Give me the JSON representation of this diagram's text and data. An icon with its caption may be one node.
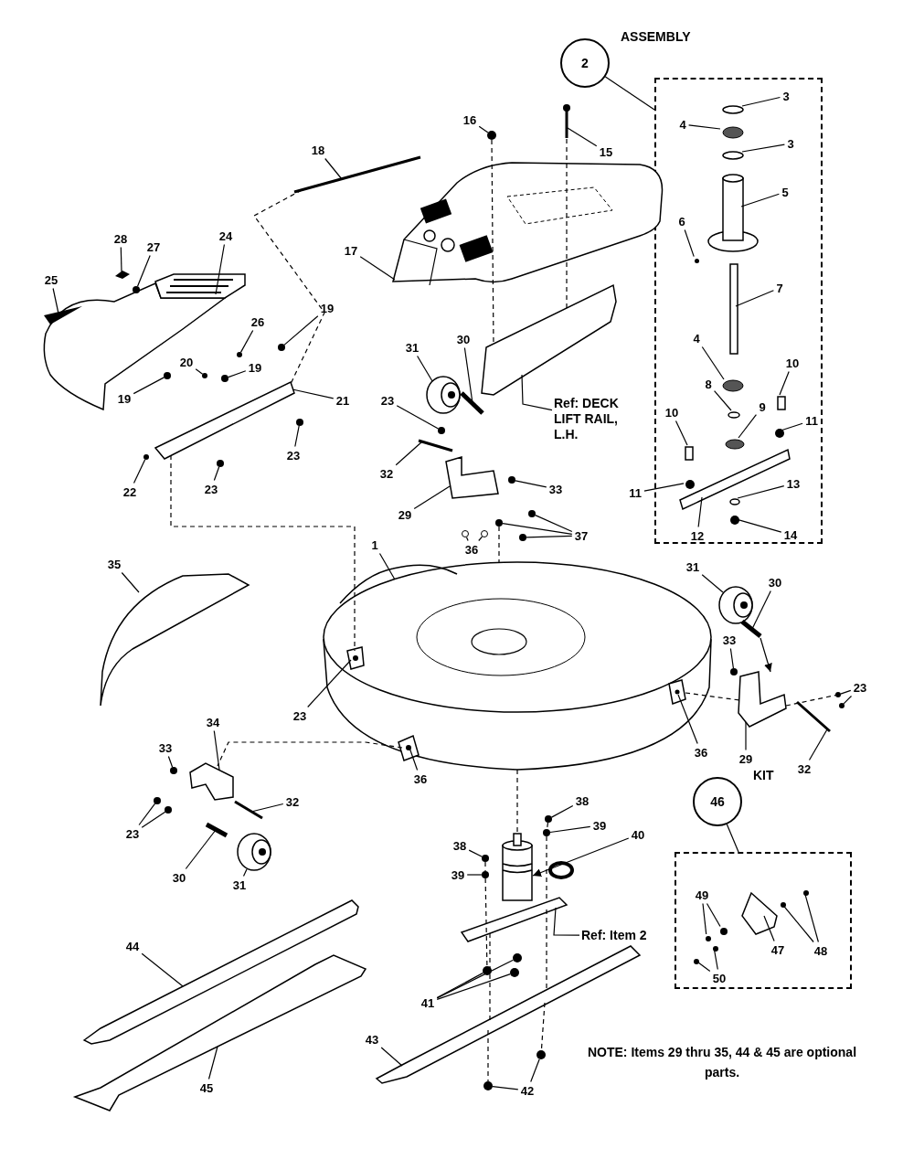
{
  "diagram": {
    "nodes": [
      {
        "text": [
          "2"
        ],
        "beside": [
          "ASSEMBLY"
        ]
      },
      {
        "text": [],
        "shape": "box"
      },
      {
        "text": [
          "3"
        ],
        "in": 1
      },
      {
        "text": [
          "4"
        ],
        "in": 1
      },
      {
        "text": [
          "3"
        ],
        "in": 1
      },
      {
        "text": [
          "5"
        ],
        "in": 1
      },
      {
        "text": [
          "6"
        ],
        "in": 1
      },
      {
        "text": [
          "7"
        ],
        "in": 1
      },
      {
        "text": [
          "4"
        ],
        "in": 1
      },
      {
        "text": [
          "10"
        ],
        "in": 1
      },
      {
        "text": [
          "8"
        ],
        "in": 1
      },
      {
        "text": [
          "9"
        ],
        "in": 1
      },
      {
        "text": [
          "10"
        ],
        "in": 1
      },
      {
        "text": [
          "11"
        ],
        "in": 1
      },
      {
        "text": [
          "11"
        ]
      },
      {
        "text": [
          "13"
        ],
        "in": 1
      },
      {
        "text": [
          "12"
        ],
        "in": 1
      },
      {
        "text": [
          "14"
        ],
        "in": 1
      },
      {
        "text": [
          "16"
        ]
      },
      {
        "text": [
          "15"
        ]
      },
      {
        "text": [
          "18"
        ]
      },
      {
        "text": [
          "17"
        ]
      },
      {
        "text": [
          "28"
        ]
      },
      {
        "text": [
          "27"
        ]
      },
      {
        "text": [
          "24"
        ]
      },
      {
        "text": [
          "25"
        ]
      },
      {
        "text": [
          "26"
        ]
      },
      {
        "text": [
          "19"
        ]
      },
      {
        "text": [
          "19"
        ]
      },
      {
        "text": [
          "20"
        ]
      },
      {
        "text": [
          "19"
        ]
      },
      {
        "text": [
          "21"
        ]
      },
      {
        "text": [
          "22"
        ]
      },
      {
        "text": [
          "23"
        ]
      },
      {
        "text": [
          "23"
        ]
      },
      {
        "text": [
          "31"
        ]
      },
      {
        "text": [
          "30"
        ]
      },
      {
        "text": [
          "23"
        ]
      },
      {
        "text": [
          "32"
        ]
      },
      {
        "text": [
          "29"
        ]
      },
      {
        "text": [
          "33"
        ]
      },
      {
        "text": [
          "36"
        ]
      },
      {
        "text": [
          "37"
        ]
      },
      {
        "text": [
          "Ref: DECK LIFT RAIL, L.H."
        ]
      },
      {
        "text": [
          "1"
        ]
      },
      {
        "text": [
          "35"
        ]
      },
      {
        "text": [
          "31"
        ]
      },
      {
        "text": [
          "30"
        ]
      },
      {
        "text": [
          "33"
        ]
      },
      {
        "text": [
          "23"
        ]
      },
      {
        "text": [
          "23"
        ]
      },
      {
        "text": [
          "36"
        ]
      },
      {
        "text": [
          "29"
        ]
      },
      {
        "text": [
          "32"
        ]
      },
      {
        "text": [
          "33"
        ]
      },
      {
        "text": [
          "34"
        ]
      },
      {
        "text": [
          "32"
        ]
      },
      {
        "text": [
          "23"
        ]
      },
      {
        "text": [
          "30"
        ]
      },
      {
        "text": [
          "31"
        ]
      },
      {
        "text": [
          "36"
        ]
      },
      {
        "text": [
          "38"
        ]
      },
      {
        "text": [
          "39"
        ]
      },
      {
        "text": [
          "38"
        ]
      },
      {
        "text": [
          "39"
        ]
      },
      {
        "text": [
          "40"
        ]
      },
      {
        "text": [
          "46"
        ],
        "beside": [
          "KIT"
        ]
      },
      {
        "text": [],
        "shape": "box"
      },
      {
        "text": [
          "49"
        ],
        "in": 67
      },
      {
        "text": [
          "47"
        ],
        "in": 67
      },
      {
        "text": [
          "48"
        ],
        "in": 67
      },
      {
        "text": [
          "50"
        ],
        "in": 67
      },
      {
        "text": [
          "Ref: Item 2"
        ]
      },
      {
        "text": [
          "44"
        ]
      },
      {
        "text": [
          "41"
        ]
      },
      {
        "text": [
          "45"
        ]
      },
      {
        "text": [
          "43"
        ]
      },
      {
        "text": [
          "42"
        ]
      },
      {
        "text": [],
        "shape": "circle",
        "in": 1
      },
      {
        "text": [],
        "shape": "circle",
        "in": 1
      },
      {
        "text": [],
        "shape": "circle",
        "in": 1
      },
      {
        "text": [],
        "shape": "picture",
        "in": 1
      },
      {
        "text": [],
        "shape": "circle",
        "in": 1
      },
      {
        "text": [],
        "shape": "box",
        "in": 1
      },
      {
        "text": [],
        "shape": "circle",
        "in": 1
      },
      {
        "text": [],
        "shape": "box",
        "in": 1
      },
      {
        "text": [],
        "shape": "circle",
        "in": 1
      },
      {
        "text": [],
        "shape": "circle",
        "in": 1
      },
      {
        "text": [],
        "shape": "box",
        "in": 1
      },
      {
        "text": [],
        "shape": "circle",
        "in": 1
      },
      {
        "text": [],
        "shape": "circle",
        "in": 1
      },
      {
        "text": [],
        "shape": "circle",
        "in": 1
      },
      {
        "text": [],
        "shape": "picture",
        "in": 1
      },
      {
        "text": [],
        "shape": "circle",
        "in": 1
      },
      {
        "text": [],
        "shape": "circle"
      },
      {
        "text": [],
        "shape": "picture"
      },
      {
        "text": [],
        "shape": "picture"
      },
      {
        "text": [],
        "shape": "picture"
      },
      {
        "text": [],
        "shape": "picture"
      },
      {
        "text": [],
        "shape": "circle"
      },
      {
        "text": [],
        "shape": "picture"
      },
      {
        "text": [],
        "shape": "picture"
      },
      {
        "text": [],
        "shape": "circle"
      },
      {
        "text": [],
        "shape": "circle"
      },
      {
        "text": [],
        "shape": "circle"
      },
      {
        "text": [],
        "shape": "circle"
      },
      {
        "text": [],
        "shape": "circle"
      },
      {
        "text": [],
        "shape": "picture"
      },
      {
        "text": [],
        "shape": "circle"
      },
      {
        "text": [],
        "shape": "circle"
      },
      {
        "text": [],
        "shape": "circle"
      },
      {
        "text": [],
        "shape": "picture"
      },
      {
        "text": [],
        "shape": "picture"
      },
      {
        "text": [],
        "shape": "circle"
      },
      {
        "text": [],
        "shape": "picture"
      },
      {
        "text": [],
        "shape": "picture"
      },
      {
        "text": [],
        "shape": "circle"
      },
      {
        "text": [],
        "shape": "circle"
      },
      {
        "text": [],
        "shape": "circle"
      },
      {
        "text": [],
        "shape": "circle"
      },
      {
        "text": [],
        "shape": "circle"
      },
      {
        "text": [],
        "shape": "circle"
      },
      {
        "text": [],
        "shape": "picture"
      },
      {
        "text": [],
        "shape": "picture"
      },
      {
        "text": [],
        "shape": "picture"
      },
      {
        "text": [],
        "shape": "picture"
      },
      {
        "text": [],
        "shape": "picture"
      },
      {
        "text": [],
        "shape": "circle"
      },
      {
        "text": [],
        "shape": "circle"
      },
      {
        "text": [],
        "shape": "circle"
      },
      {
        "text": [],
        "shape": "picture"
      },
      {
        "text": [],
        "shape": "picture"
      },
      {
        "text": [],
        "shape": "circle"
      },
      {
        "text": [],
        "shape": "picture"
      },
      {
        "text": [],
        "shape": "picture"
      },
      {
        "text": [],
        "shape": "circle"
      },
      {
        "text": [],
        "shape": "circle"
      },
      {
        "text": [],
        "shape": "picture"
      },
      {
        "text": [],
        "shape": "picture"
      },
      {
        "text": [],
        "shape": "circle"
      },
      {
        "text": [],
        "shape": "circle"
      },
      {
        "text": [],
        "shape": "circle"
      },
      {
        "text": [],
        "shape": "circle"
      },
      {
        "text": [],
        "shape": "cylinder"
      },
      {
        "text": [],
        "shape": "picture"
      },
      {
        "text": [],
        "shape": "circle",
        "in": 67
      },
      {
        "text": [],
        "shape": "circle",
        "in": 67
      },
      {
        "text": [],
        "shape": "picture",
        "in": 67
      },
      {
        "text": [],
        "shape": "circle",
        "in": 67
      },
      {
        "text": [],
        "shape": "circle",
        "in": 67
      },
      {
        "text": [],
        "shape": "circle",
        "in": 67
      },
      {
        "text": [],
        "shape": "circle",
        "in": 67
      },
      {
        "text": [],
        "shape": "picture"
      },
      {
        "text": [],
        "shape": "circle"
      },
      {
        "text": [],
        "shape": "circle"
      },
      {
        "text": [],
        "shape": "circle"
      },
      {
        "text": [],
        "shape": "picture"
      },
      {
        "text": [],
        "shape": "picture"
      },
      {
        "text": [],
        "shape": "circle"
      },
      {
        "text": [],
        "shape": "circle"
      }
    ],
    "edges": [
      {
        "from": 0,
        "to": 1,
        "arrow": "none"
      },
      {
        "from": 2,
        "to": 78,
        "arrow": "none"
      },
      {
        "from": 3,
        "to": 79,
        "arrow": "none"
      },
      {
        "from": 4,
        "to": 80,
        "arrow": "none"
      },
      {
        "from": 5,
        "to": 81,
        "arrow": "none"
      },
      {
        "from": 6,
        "to": 82,
        "arrow": "none"
      },
      {
        "from": 7,
        "to": 83,
        "arrow": "none"
      },
      {
        "from": 8,
        "to": 84,
        "arrow": "none"
      },
      {
        "from": 9,
        "to": 85,
        "arrow": "none"
      },
      {
        "from": 10,
        "to": 86,
        "arrow": "none"
      },
      {
        "from": 11,
        "to": 87,
        "arrow": "none"
      },
      {
        "from": 12,
        "to": 88,
        "arrow": "none"
      },
      {
        "from": 13,
        "to": 89,
        "arrow": "none"
      },
      {
        "from": 14,
        "to": 90,
        "arrow": "none"
      },
      {
        "from": 15,
        "to": 91,
        "arrow": "none"
      },
      {
        "from": 16,
        "to": 92,
        "arrow": "none"
      },
      {
        "from": 17,
        "to": 93,
        "arrow": "none"
      },
      {
        "from": 18,
        "to": 94,
        "arrow": "none"
      },
      {
        "from": 19,
        "to": 95,
        "arrow": "none"
      },
      {
        "from": 20,
        "to": 96,
        "arrow": "none"
      },
      {
        "from": 21,
        "to": 97,
        "arrow": "none"
      },
      {
        "from": 22,
        "to": 98,
        "arrow": "none"
      },
      {
        "from": 23,
        "to": 99,
        "arrow": "none"
      },
      {
        "from": 24,
        "to": 100,
        "arrow": "none"
      },
      {
        "from": 25,
        "to": 101,
        "arrow": "none"
      },
      {
        "from": 26,
        "to": 102,
        "arrow": "none"
      },
      {
        "from": 27,
        "to": 103,
        "arrow": "none"
      },
      {
        "from": 28,
        "to": 104,
        "arrow": "none"
      },
      {
        "from": 29,
        "to": 105,
        "arrow": "none"
      },
      {
        "from": 30,
        "to": 106,
        "arrow": "none"
      },
      {
        "from": 31,
        "to": 107,
        "arrow": "none"
      },
      {
        "from": 32,
        "to": 108,
        "arrow": "none"
      },
      {
        "from": 33,
        "to": 109,
        "arrow": "none"
      },
      {
        "from": 34,
        "to": 110,
        "arrow": "none"
      },
      {
        "from": 35,
        "to": 111,
        "arrow": "none"
      },
      {
        "from": 36,
        "to": 112,
        "arrow": "none"
      },
      {
        "from": 37,
        "to": 113,
        "arrow": "none"
      },
      {
        "from": 38,
        "to": 114,
        "arrow": "none"
      },
      {
        "from": 39,
        "to": 115,
        "arrow": "none"
      },
      {
        "from": 40,
        "to": 116,
        "arrow": "none"
      },
      {
        "from": 41,
        "to": 117,
        "arrow": "none"
      },
      {
        "from": 41,
        "to": 118,
        "arrow": "none"
      },
      {
        "from": 42,
        "to": 119,
        "arrow": "none"
      },
      {
        "from": 42,
        "to": 120,
        "arrow": "none"
      },
      {
        "from": 42,
        "to": 121,
        "arrow": "none"
      },
      {
        "from": 43,
        "to": 122,
        "arrow": "none"
      },
      {
        "from": 44,
        "to": 123,
        "arrow": "none"
      },
      {
        "from": 45,
        "to": 124,
        "arrow": "none"
      },
      {
        "from": 46,
        "to": 125,
        "arrow": "none"
      },
      {
        "from": 47,
        "to": 126,
        "arrow": "none"
      },
      {
        "from": 48,
        "to": 127,
        "arrow": "none"
      },
      {
        "from": 49,
        "to": 123,
        "arrow": "none"
      },
      {
        "from": 50,
        "to": 128,
        "arrow": "none"
      },
      {
        "from": 50,
        "to": 129,
        "arrow": "none"
      },
      {
        "from": 51,
        "to": 123,
        "arrow": "none"
      },
      {
        "from": 52,
        "to": 130,
        "arrow": "none"
      },
      {
        "from": 53,
        "to": 131,
        "arrow": "none"
      },
      {
        "from": 54,
        "to": 132,
        "arrow": "none"
      },
      {
        "from": 55,
        "to": 133,
        "arrow": "none"
      },
      {
        "from": 56,
        "to": 134,
        "arrow": "none"
      },
      {
        "from": 57,
        "to": 135,
        "arrow": "none"
      },
      {
        "from": 57,
        "to": 136,
        "arrow": "none"
      },
      {
        "from": 58,
        "to": 137,
        "arrow": "none"
      },
      {
        "from": 59,
        "to": 138,
        "arrow": "none"
      },
      {
        "from": 60,
        "to": 123,
        "arrow": "none"
      },
      {
        "from": 61,
        "to": 139,
        "arrow": "none"
      },
      {
        "from": 62,
        "to": 140,
        "arrow": "none"
      },
      {
        "from": 63,
        "to": 141,
        "arrow": "none"
      },
      {
        "from": 64,
        "to": 142,
        "arrow": "none"
      },
      {
        "from": 65,
        "to": 143,
        "arrow": "to"
      },
      {
        "from": 66,
        "to": 67,
        "arrow": "none"
      },
      {
        "from": 68,
        "to": 145,
        "arrow": "none"
      },
      {
        "from": 68,
        "to": 146,
        "arrow": "none"
      },
      {
        "from": 69,
        "to": 147,
        "arrow": "none"
      },
      {
        "from": 70,
        "to": 148,
        "arrow": "none"
      },
      {
        "from": 70,
        "to": 149,
        "arrow": "none"
      },
      {
        "from": 71,
        "to": 150,
        "arrow": "none"
      },
      {
        "from": 71,
        "to": 151,
        "arrow": "none"
      },
      {
        "from": 72,
        "to": 144,
        "arrow": "none"
      },
      {
        "from": 73,
        "to": 152,
        "arrow": "none"
      },
      {
        "from": 74,
        "to": 153,
        "arrow": "none"
      },
      {
        "from": 74,
        "to": 154,
        "arrow": "none"
      },
      {
        "from": 74,
        "to": 155,
        "arrow": "none"
      },
      {
        "from": 75,
        "to": 156,
        "arrow": "none"
      },
      {
        "from": 76,
        "to": 157,
        "arrow": "none"
      },
      {
        "from": 77,
        "to": 158,
        "arrow": "none"
      },
      {
        "from": 77,
        "to": 159,
        "arrow": "none"
      },
      {
        "from": 96,
        "to": 107,
        "arrow": "none",
        "style": "dashed"
      },
      {
        "from": 107,
        "to": 123,
        "arrow": "none",
        "style": "dashed"
      },
      {
        "from": 94,
        "to": 122,
        "arrow": "none",
        "style": "dashed"
      },
      {
        "from": 95,
        "to": 122,
        "arrow": "none",
        "style": "dashed"
      },
      {
        "from": 123,
        "to": 133,
        "arrow": "none",
        "style": "dashed"
      },
      {
        "from": 123,
        "to": 130,
        "arrow": "none",
        "style": "dashed"
      },
      {
        "from": 130,
        "to": 128,
        "arrow": "none",
        "style": "dashed"
      },
      {
        "from": 119,
        "to": 123,
        "arrow": "none",
        "style": "dashed"
      },
      {
        "from": 126,
        "to": 130,
        "arrow": "to"
      },
      {
        "from": 123,
        "to": 143,
        "arrow": "none",
        "style": "dashed"
      },
      {
        "from": 139,
        "to": 140,
        "arrow": "none",
        "style": "dashed"
      },
      {
        "from": 140,
        "to": 144,
        "arrow": "none",
        "style": "dashed"
      },
      {
        "from": 144,
        "to": 157,
        "arrow": "none",
        "style": "dashed"
      },
      {
        "from": 157,
        "to": 159,
        "arrow": "none",
        "style": "dashed"
      },
      {
        "from": 141,
        "to": 142,
        "arrow": "none",
        "style": "dashed"
      },
      {
        "from": 142,
        "to": 153,
        "arrow": "none",
        "style": "dashed"
      },
      {
        "from": 144,
        "to": 157,
        "arrow": "none",
        "style": "dashed"
      },
      {
        "from": 157,
        "to": 158,
        "arrow": "none",
        "style": "dashed"
      }
    ],
    "labels": [
      "NOTE: Items 29 thru 35, 44 & 45 are optional parts."
    ]
  }
}
